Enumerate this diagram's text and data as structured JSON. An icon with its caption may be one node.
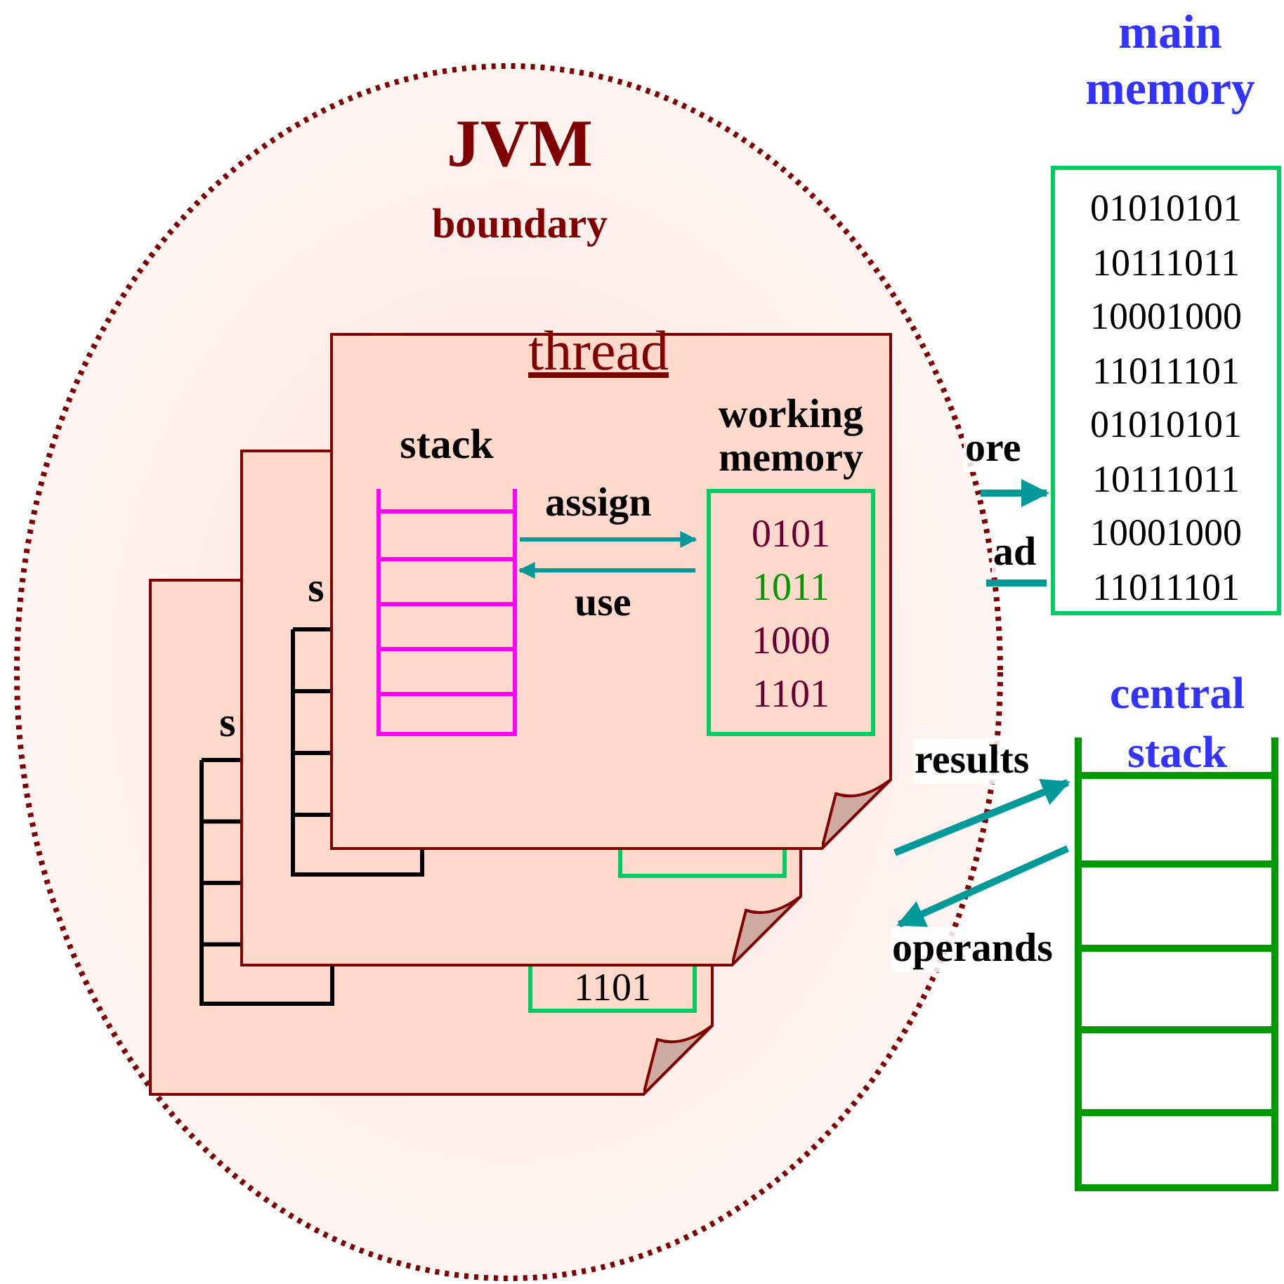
{
  "diagram": {
    "nodes": [
      {
        "text": [
          "JVM",
          "boundary"
        ]
      },
      {
        "text": [
          "s",
          "1101"
        ],
        "in": 0
      },
      {
        "text": [
          "s"
        ],
        "in": 0
      },
      {
        "text": [
          "thread"
        ],
        "in": 0
      },
      {
        "text": [
          "stack"
        ],
        "in": 3
      },
      {
        "text": [
          "working memory",
          "0101",
          "1011",
          "1000",
          "1101"
        ],
        "in": 3
      },
      {
        "text": [
          "main memory",
          "01010101",
          "10111011",
          "10001000",
          "11011101",
          "01010101",
          "10111011",
          "10001000",
          "11011101"
        ]
      },
      {
        "text": [
          "central stack"
        ]
      },
      {
        "text": [],
        "shape": "box",
        "in": 2
      }
    ],
    "edges": [
      {
        "from": 4,
        "to": 5,
        "arrow": "to",
        "label": "assign"
      },
      {
        "from": 5,
        "to": 4,
        "arrow": "to",
        "label": "use"
      },
      {
        "from": 0,
        "to": 6,
        "arrow": "to",
        "label": "ore"
      },
      {
        "from": 6,
        "to": 0,
        "arrow": "none",
        "label": "ad"
      },
      {
        "from": null,
        "to": 7,
        "arrow": "to",
        "label": "results"
      },
      {
        "from": 7,
        "to": 0,
        "arrow": "to",
        "label": "operands"
      }
    ]
  }
}
